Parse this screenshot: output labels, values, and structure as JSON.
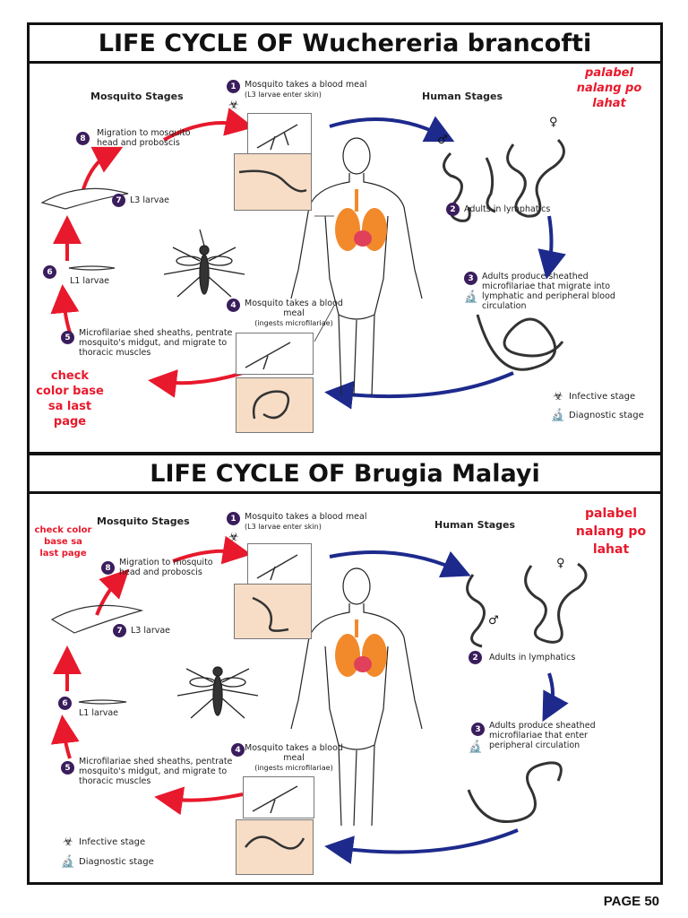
{
  "top": {
    "title": "LIFE CYCLE OF Wuchereria brancofti",
    "mosquito_header": "Mosquito Stages",
    "human_header": "Human Stages",
    "steps": {
      "s1": {
        "num": "1",
        "label": "Mosquito takes a blood meal",
        "sub": "(L3 larvae enter skin)"
      },
      "s2": {
        "num": "2",
        "label": "Adults in lymphatics"
      },
      "s3": {
        "num": "3",
        "label": "Adults produce sheathed microfilariae that migrate into lymphatic and peripheral blood circulation"
      },
      "s4": {
        "num": "4",
        "label": "Mosquito takes a blood meal",
        "sub": "(ingests microfilariae)"
      },
      "s5": {
        "num": "5",
        "label": "Microfilariae shed sheaths, pentrate mosquito's midgut, and migrate to thoracic muscles"
      },
      "s6": {
        "num": "6",
        "label": "L1 larvae"
      },
      "s7": {
        "num": "7",
        "label": "L3 larvae"
      },
      "s8": {
        "num": "8",
        "label": "Migration to mosquito head and proboscis"
      }
    },
    "note_right": "palabel nalang po lahat",
    "note_left": "check color base sa last page",
    "legend": {
      "infective": "Infective stage",
      "diagnostic": "Diagnostic stage"
    }
  },
  "bottom": {
    "title": "LIFE CYCLE OF Brugia Malayi",
    "mosquito_header": "Mosquito Stages",
    "human_header": "Human Stages",
    "steps": {
      "s1": {
        "num": "1",
        "label": "Mosquito takes a blood meal",
        "sub": "(L3 larvae enter skin)"
      },
      "s2": {
        "num": "2",
        "label": "Adults in lymphatics"
      },
      "s3": {
        "num": "3",
        "label": "Adults produce sheathed microfilariae that enter peripheral circulation"
      },
      "s4": {
        "num": "4",
        "label": "Mosquito takes a blood meal",
        "sub": "(ingests microfilariae)"
      },
      "s5": {
        "num": "5",
        "label": "Microfilariae shed sheaths, pentrate mosquito's midgut, and migrate to thoracic muscles"
      },
      "s6": {
        "num": "6",
        "label": "L1 larvae"
      },
      "s7": {
        "num": "7",
        "label": "L3 larvae"
      },
      "s8": {
        "num": "8",
        "label": "Migration to mosquito head and proboscis"
      }
    },
    "note_right": "palabel nalang po lahat",
    "note_left": "check color base sa last page",
    "legend": {
      "infective": "Infective stage",
      "diagnostic": "Diagnostic stage"
    }
  },
  "page_label": "PAGE 50",
  "icons": {
    "infective": "biohazard-icon",
    "diagnostic": "microscope-icon",
    "male": "male-symbol-icon",
    "female": "female-symbol-icon"
  },
  "colors": {
    "red_arrow": "#e8192c",
    "blue_arrow": "#1d2a8c",
    "step_badge": "#3a1d5c",
    "worm_box": "#f7ddc6",
    "lungs": "#f28a2c",
    "heart": "#e0405a"
  }
}
